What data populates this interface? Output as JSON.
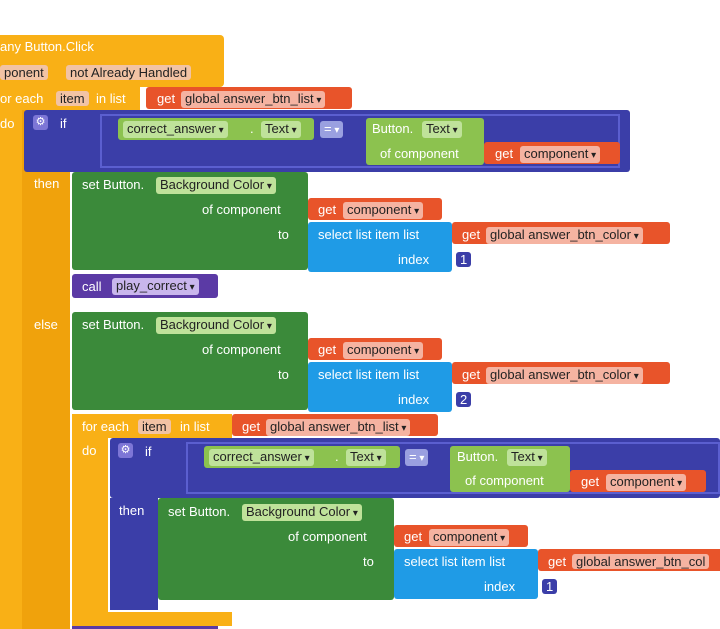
{
  "outer": {
    "event": "any Button.Click",
    "param1": "ponent",
    "param2": "not Already Handled",
    "foreach": "or each",
    "item": "item",
    "in_list": "in list",
    "do": "do",
    "get": "get",
    "list_var": "global answer_btn_list"
  },
  "if1": {
    "if": "if",
    "obj": "correct_answer",
    "dot": ".",
    "prop": "Text",
    "op": "=",
    "button": "Button.",
    "button_prop": "Text",
    "of_component": "of component",
    "get": "get",
    "component": "component",
    "then": "then",
    "else": "else"
  },
  "set1": {
    "set": "set Button.",
    "prop": "Background Color",
    "of_component": "of component",
    "to": "to",
    "get": "get",
    "component": "component",
    "select": "select list item  list",
    "list_var": "global answer_btn_color",
    "index_label": "index",
    "index": "1"
  },
  "call": {
    "call": "call",
    "proc": "play_correct"
  },
  "set2": {
    "set": "set Button.",
    "prop": "Background Color",
    "of_component": "of component",
    "to": "to",
    "get": "get",
    "component": "component",
    "select": "select list item  list",
    "list_var": "global answer_btn_color",
    "index_label": "index",
    "index": "2"
  },
  "foreach2": {
    "foreach": "for each",
    "item": "item",
    "in_list": "in list",
    "do": "do",
    "get": "get",
    "list_var": "global answer_btn_list"
  },
  "if2": {
    "if": "if",
    "obj": "correct_answer",
    "dot": ".",
    "prop": "Text",
    "op": "=",
    "button": "Button.",
    "button_prop": "Text",
    "of_component": "of component",
    "get": "get",
    "component": "component",
    "then": "then"
  },
  "set3": {
    "set": "set Button.",
    "prop": "Background Color",
    "of_component": "of component",
    "to": "to",
    "get": "get",
    "component": "component",
    "select": "select list item  list",
    "list_var": "global answer_btn_col",
    "index_label": "index",
    "index": "1"
  },
  "colors": {
    "event_block": "#f9b016",
    "variable_get": "#e8542a",
    "logic_if": "#3b3ea8",
    "setter": "#3b8a3a",
    "getter": "#8cc24f",
    "list": "#1f9be6",
    "procedure": "#5b3aa5"
  }
}
